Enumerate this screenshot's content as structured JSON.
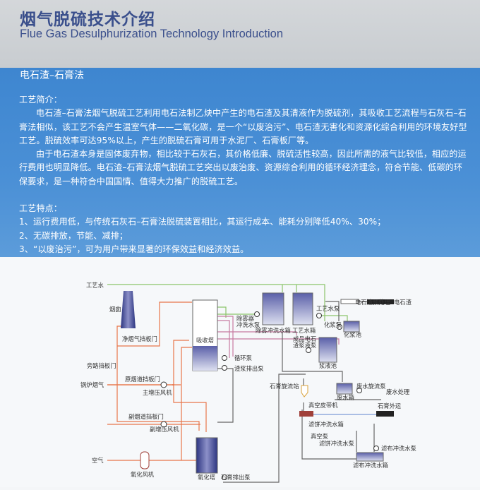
{
  "header": {
    "title_cn": "烟气脱硫技术介绍",
    "title_en": "Flue Gas Desulphurization Technology Introduction"
  },
  "section": {
    "title": "电石渣–石膏法",
    "intro_heading": "工艺简介：",
    "intro_p1": "电石渣–石膏法烟气脱硫工艺利用电石法制乙炔中产生的电石渣及其清液作为脱硫剂，其吸收工艺流程与石灰石–石膏法相似，该工艺不会产生温室气体——二氧化碳，是一个“以废治污”、电石渣无害化和资源化综合利用的环境友好型工艺。脱硫效率可达95%以上，产生的脱硫石膏可用于水泥厂、石膏板厂等。",
    "intro_p2": "由于电石渣本身是固体废弃物，相比较于石灰石，其价格低廉、脱硫活性较高，因此所需的液气比较低，相应的运行费用也明显降低。电石渣–石膏法烟气脱硫工艺突出以废治废、资源综合利用的循环经济理念，符合节能、低碳的环保要求，是一种符合中国国情、值得大力推广的脱硫工艺。",
    "features_heading": "工艺特点：",
    "features": [
      "1、运行费用低，与传统石灰石–石膏法脱硫装置相比，其运行成本、能耗分别降低40%、30%；",
      "2、无碳排放，节能、减排；",
      "3、“以废治污”，可为用户带来显著的环保效益和经济效益。"
    ]
  },
  "diagram": {
    "labels": [
      "工艺水",
      "烟囱",
      "净烟气挡板门",
      "旁路挡板门",
      "锅炉烟气",
      "原烟道挡板门",
      "主增压风机",
      "副烟道挡板门",
      "副增压风机",
      "空气",
      "氧化风机",
      "氧化塔",
      "石膏排出泵",
      "吸收塔",
      "循环泵",
      "渣浆排出泵",
      "除雾器",
      "冲洗水泵",
      "除雾冲洗水箱",
      "工艺水箱",
      "工艺水泵",
      "电石渣预处理",
      "电石渣",
      "化浆泵",
      "化浆池",
      "成品电石",
      "渣浆液泵",
      "浆液池",
      "石膏旋流站",
      "废水旋流泵",
      "废水处理",
      "废水箱",
      "真空皮带机",
      "石膏外运",
      "滤饼冲洗水箱",
      "真空泵",
      "滤饼冲洗水泵",
      "滤布冲洗水泵",
      "滤布冲洗水箱"
    ]
  },
  "colors": {
    "header_text": "#3a4f8c",
    "panel_blue": "#4189d2",
    "flue_gas_line": "#e8764a",
    "water_line": "#8bc46a",
    "slurry_line": "#666666"
  }
}
